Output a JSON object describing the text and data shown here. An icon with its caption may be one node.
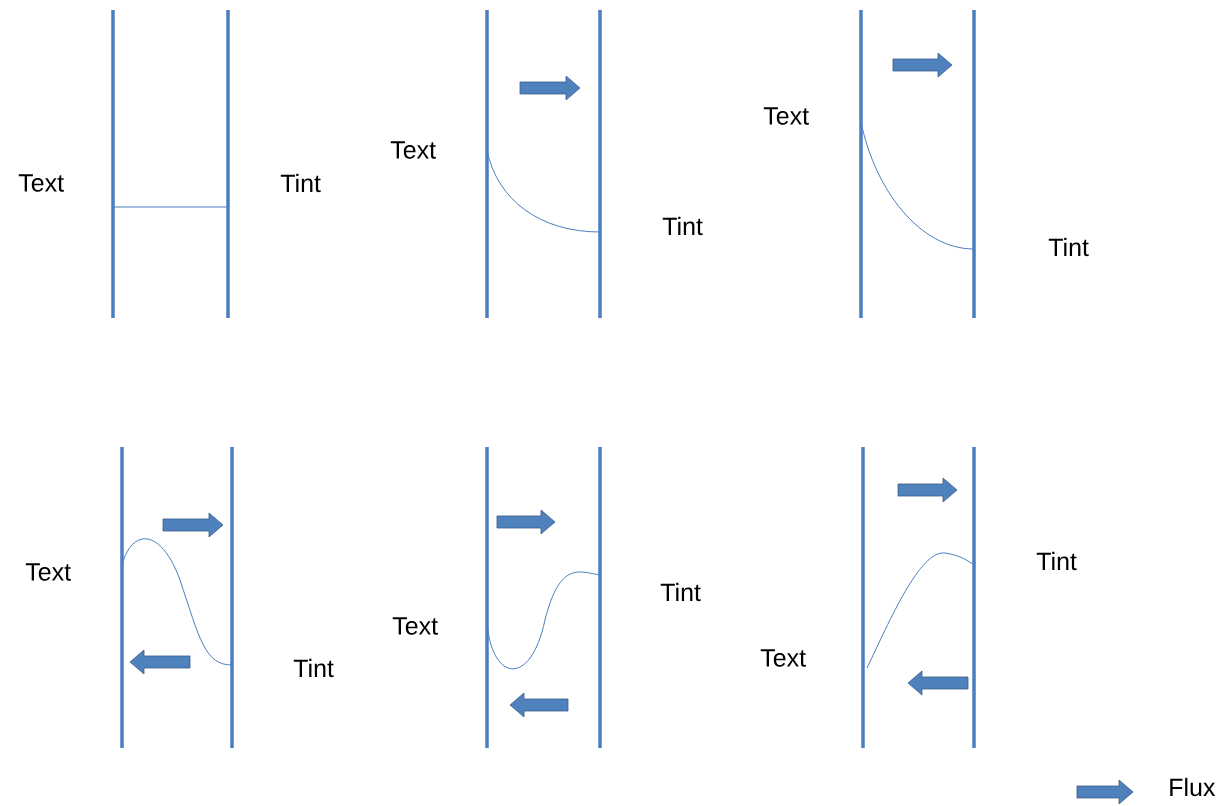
{
  "diagram": {
    "labels": [
      "Text",
      "Tint",
      "Text",
      "Tint",
      "Text",
      "Tint",
      "Text",
      "Tint",
      "Text",
      "Tint",
      "Text",
      "Tint"
    ],
    "legend": [
      {
        "text": "Flux"
      }
    ]
  }
}
